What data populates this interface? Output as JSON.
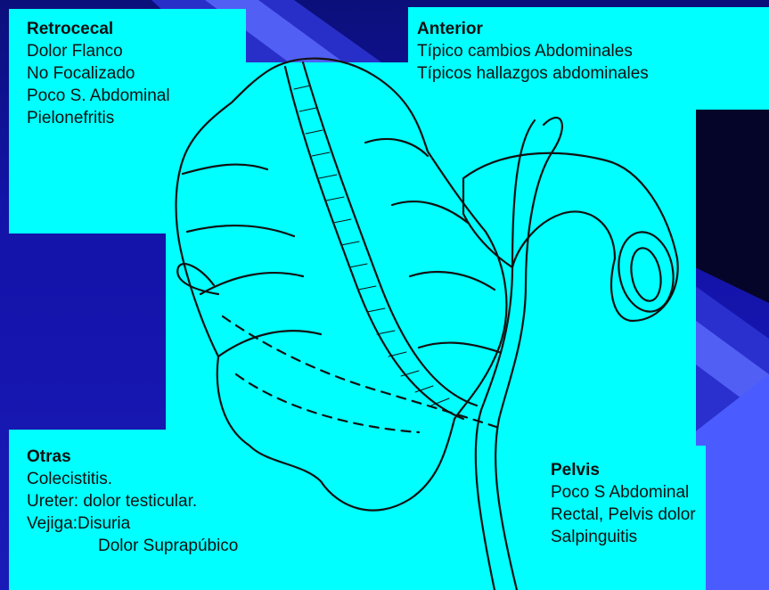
{
  "slide": {
    "colors": {
      "background": "#1313a8",
      "panel": "#00ffff",
      "accent": "#4a5cff",
      "text": "#111111"
    },
    "boxes": {
      "retrocecal": {
        "title": "Retrocecal",
        "lines": [
          "Dolor Flanco",
          "No Focalizado",
          "Poco S. Abdominal",
          "Pielonefritis"
        ]
      },
      "anterior": {
        "title": "Anterior",
        "lines": [
          "Típico cambios Abdominales",
          "Típicos hallazgos abdominales"
        ]
      },
      "otras": {
        "title": "Otras",
        "lines": [
          "Colecistitis.",
          "Ureter: dolor testicular.",
          "Vejiga:Disuria",
          "Dolor Suprapúbico"
        ]
      },
      "pelvis": {
        "title": "Pelvis",
        "lines": [
          "Poco S Abdominal",
          "Rectal, Pelvis dolor",
          "Salpinguitis"
        ]
      }
    },
    "illustration": {
      "icon": "cecum-appendix-line-drawing"
    }
  }
}
